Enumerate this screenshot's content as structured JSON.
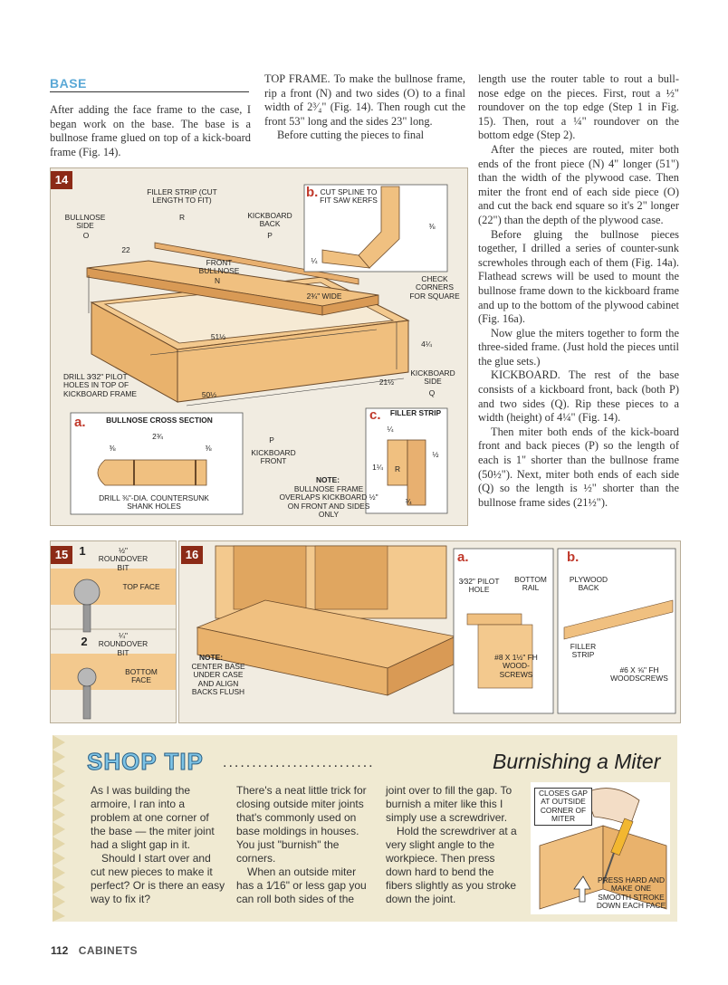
{
  "base_heading": "BASE",
  "col1": {
    "p1": "After adding the face frame to the case, I began work on the base. The base is a bullnose frame glued on top of a kick-board frame (Fig. 14)."
  },
  "col2": {
    "p1": "TOP FRAME. To make the bullnose frame, rip a front (N) and two sides (O) to a final width of 2³⁄₄\" (Fig. 14). Then rough cut the front 53\" long and the sides 23\" long.",
    "p2": "Before cutting the pieces to final"
  },
  "col3": {
    "p1": "length use the router table to rout a bull-nose edge on the pieces. First, rout a ½\" roundover on the top edge (Step 1 in Fig. 15). Then, rout a ¼\" roundover on the bottom edge (Step 2).",
    "p2": "After the pieces are routed, miter both ends of the front piece (N) 4\" longer (51\") than the width of the plywood case. Then miter the front end of each side piece (O) and cut the back end square so it's 2\" longer (22\") than the depth of the plywood case.",
    "p3": "Before gluing the bullnose pieces together, I drilled a series of counter-sunk screwholes through each of them (Fig. 14a). Flathead screws will be used to mount the bullnose frame down to the kickboard frame and up to the bottom of the plywood cabinet (Fig. 16a).",
    "p4": "Now glue the miters together to form the three-sided frame. (Just hold the pieces until the glue sets.)",
    "p5": "KICKBOARD. The rest of the base consists of a kickboard front, back (both P) and two sides (Q). Rip these pieces to a width (height) of 4¼\" (Fig. 14).",
    "p6": "Then miter both ends of the kick-board front and back pieces (P) so the length of each is 1\" shorter than the bullnose frame (50½\"). Next, miter both ends of each side (Q) so the length is ½\" shorter than the bullnose frame sides (21½\")."
  },
  "fig14": {
    "num": "14",
    "filler": "FILLER STRIP (CUT LENGTH TO FIT)",
    "filler_r": "R",
    "bullnose_side": "BULLNOSE SIDE",
    "o": "O",
    "kick_back": "KICKBOARD BACK",
    "p": "P",
    "d22": "22",
    "front_bull": "FRONT BULLNOSE",
    "n": "N",
    "wide": "2¾\" WIDE",
    "check": "CHECK CORNERS FOR SQUARE",
    "d515": "51½",
    "d414": "4¼",
    "drill": "DRILL 3⁄32\" PILOT HOLES IN TOP OF KICKBOARD FRAME",
    "d505": "50½",
    "d215": "21½",
    "kick_side": "KICKBOARD SIDE",
    "q": "Q",
    "b_letter": "b.",
    "b_cut": "CUT SPLINE TO FIT SAW KERFS",
    "b_38": "⅜",
    "b_14": "¼",
    "a_letter": "a.",
    "a_title": "BULLNOSE CROSS SECTION",
    "a_234": "2¾",
    "a_38l": "⅜",
    "a_38r": "⅜",
    "a_drill": "DRILL ⅜\"-DIA. COUNTERSUNK SHANK HOLES",
    "kick_front": "KICKBOARD FRONT",
    "p2": "P",
    "note_title": "NOTE:",
    "note": "BULLNOSE FRAME OVERLAPS KICKBOARD ½\" ON FRONT AND SIDES ONLY",
    "c_letter": "c.",
    "c_title": "FILLER STRIP",
    "c_14": "¼",
    "c_12": "½",
    "c_114": "1¼",
    "c_r": "R",
    "c_34": "¾"
  },
  "fig15": {
    "num": "15",
    "s1": "1",
    "s1_label": "½\" ROUNDOVER BIT",
    "top": "TOP FACE",
    "s2": "2",
    "s2_label": "¼\" ROUNDOVER BIT",
    "bottom": "BOTTOM FACE"
  },
  "fig16": {
    "num": "16",
    "note_title": "NOTE:",
    "note": "CENTER BASE UNDER CASE AND ALIGN BACKS FLUSH",
    "a_letter": "a.",
    "a_pilot": "3⁄32\" PILOT HOLE",
    "a_rail": "BOTTOM RAIL",
    "a_screw": "#8 x 1½\" Fh WOOD-SCREWS",
    "b_letter": "b.",
    "b_ply": "PLYWOOD BACK",
    "b_filler": "FILLER STRIP",
    "b_screw": "#6 x ⅝\" Fh WOODSCREWS"
  },
  "shop": {
    "title": "SHOP TIP",
    "dots": "..........................",
    "subtitle": "Burnishing a Miter",
    "c1": "As I was building the armoire, I ran into a problem at one corner of the base — the miter joint had a slight gap in it.",
    "c1b": "Should I start over and cut new pieces to make it perfect? Or is there an easy way to fix it?",
    "c2": "There's a neat little trick for closing outside miter joints that's commonly used on base moldings in houses. You just \"burnish\" the corners.",
    "c2b": "When an outside miter has a 1⁄16\" or less gap you can roll both sides of the",
    "c3": "joint over to fill the gap. To burnish a miter like this I simply use a screwdriver.",
    "c3b": "Hold the screwdriver at a very slight angle to the workpiece. Then press down hard to bend the fibers slightly as you stroke down the joint.",
    "lbl1": "CLOSES GAP AT OUTSIDE CORNER OF MITER",
    "lbl2": "PRESS HARD AND MAKE ONE SMOOTH STROKE DOWN EACH FACE"
  },
  "footer": {
    "page": "112",
    "section": "CABINETS"
  }
}
